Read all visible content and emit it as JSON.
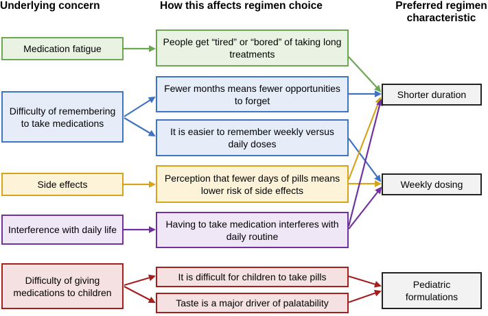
{
  "headers": {
    "col1": "Underlying concern",
    "col2": "How this affects regimen choice",
    "col3_line1": "Preferred regimen",
    "col3_line2": "characteristic"
  },
  "concerns": [
    {
      "id": "medication-fatigue",
      "label": "Medication fatigue",
      "color": "#6aa84f"
    },
    {
      "id": "difficulty-remembering",
      "label": "Difficulty of remembering to take medications",
      "color": "#3d72c4"
    },
    {
      "id": "side-effects",
      "label": "Side effects",
      "color": "#d4a419"
    },
    {
      "id": "interference-daily-life",
      "label": "Interference with daily life",
      "color": "#7030a0"
    },
    {
      "id": "difficulty-giving-children",
      "label": "Difficulty of giving medications to children",
      "color": "#a51e1e"
    }
  ],
  "effects": [
    {
      "id": "tired-bored",
      "label": "People get “tired” or “bored” of taking long treatments",
      "color": "#6aa84f"
    },
    {
      "id": "fewer-months",
      "label": "Fewer months means fewer opportunities to forget",
      "color": "#3d72c4"
    },
    {
      "id": "weekly-vs-daily",
      "label": "It is easier to remember weekly versus daily doses",
      "color": "#3d72c4"
    },
    {
      "id": "fewer-days-pills",
      "label": "Perception that fewer days of pills means lower risk of side effects",
      "color": "#d4a419"
    },
    {
      "id": "interferes-routine",
      "label": "Having to take medication interferes with daily routine",
      "color": "#7030a0"
    },
    {
      "id": "children-pills",
      "label": "It is difficult for children to take pills",
      "color": "#a51e1e"
    },
    {
      "id": "taste-palatability",
      "label": "Taste is a major driver of palatability",
      "color": "#a51e1e"
    }
  ],
  "characteristics": [
    {
      "id": "shorter-duration",
      "label": "Shorter duration"
    },
    {
      "id": "weekly-dosing",
      "label": "Weekly dosing"
    },
    {
      "id": "pediatric-formulations",
      "label": "Pediatric formulations"
    }
  ]
}
